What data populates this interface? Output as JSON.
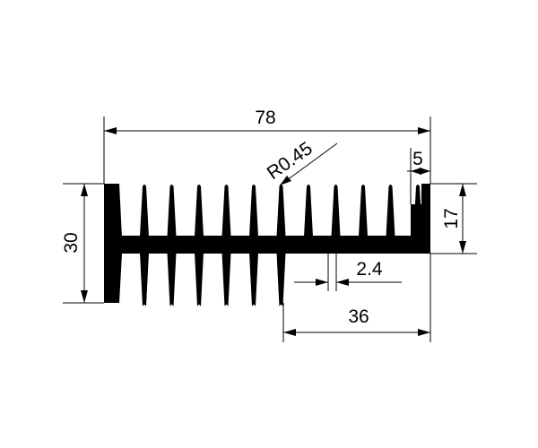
{
  "dimensions": {
    "overall_width": "78",
    "overall_height": "30",
    "base_height": "17",
    "fin_radius": "R0.45",
    "fin_pitch": "2.4",
    "half_width": "36",
    "step_width": "5"
  },
  "profile": {
    "upper_fin_count": 11,
    "lower_fin_count": 6,
    "color": "#000000"
  }
}
